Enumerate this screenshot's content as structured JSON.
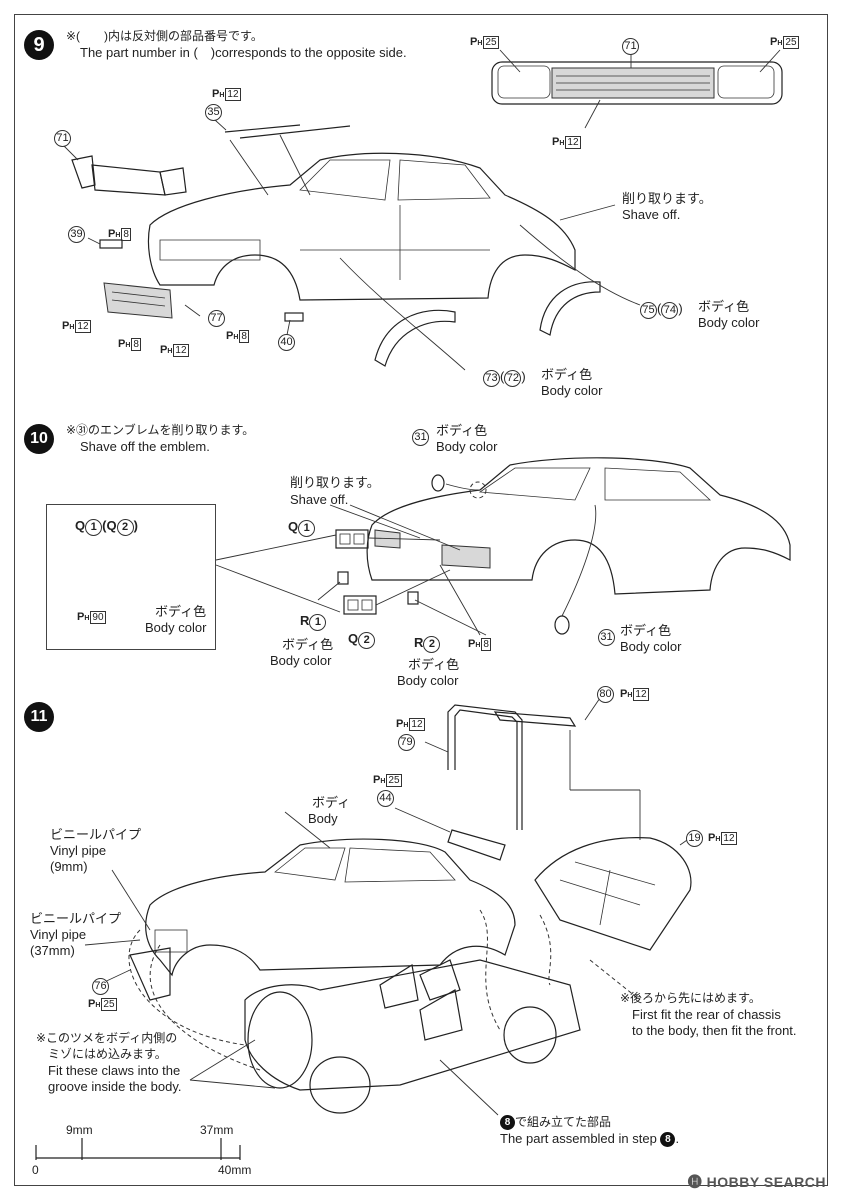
{
  "step9": {
    "number": "9",
    "note_jp": "※(　　)内は反対側の部品番号です。",
    "note_en": "The part number in (　)corresponds to the opposite side.",
    "shave_jp": "削り取ります。",
    "shave_en": "Shave off.",
    "p75": "75",
    "p74": "74",
    "body_color_jp_a": "ボディ色",
    "body_color_en_a": "Body color",
    "p73": "73",
    "p72": "72",
    "body_color_jp_b": "ボディ色",
    "body_color_en_b": "Body color",
    "p71_top": "71",
    "p71_left": "71",
    "p35": "35",
    "p39": "39",
    "p77": "77",
    "p40": "40",
    "ph": "P",
    "ph_sub": "H",
    "ph25a": "25",
    "ph25b": "25",
    "ph12_top": "12",
    "ph12_grille": "12",
    "ph8a": "8",
    "ph12_left": "12",
    "ph8b": "8",
    "ph12_mid": "12",
    "ph8c": "8"
  },
  "step10": {
    "number": "10",
    "note_jp": "※㉛のエンブレムを削り取ります。",
    "note_en": "Shave off the emblem.",
    "p31_top": "31",
    "body_color_jp_a": "ボディ色",
    "body_color_en_a": "Body color",
    "shave_jp": "削り取ります。",
    "shave_en": "Shave off.",
    "q_letter": "Q",
    "q1": "1",
    "r_letter": "R",
    "r1": "1",
    "body_color_jp_r": "ボディ色",
    "body_color_en_r": "Body color",
    "q2_letter": "Q",
    "q2": "2",
    "r2_letter": "R",
    "r2": "2",
    "body_color_jp_r2": "ボディ色",
    "body_color_en_r2": "Body color",
    "ph8": "8",
    "p31_bottom": "31",
    "body_color_jp_b": "ボディ色",
    "body_color_en_b": "Body color",
    "inset": {
      "q1_label": "Q",
      "q1_num": "1",
      "q2_label": "Q",
      "q2_num": "2",
      "ph90": "90",
      "body_color_jp": "ボディ色",
      "body_color_en": "Body color"
    }
  },
  "step11": {
    "number": "11",
    "p80": "80",
    "ph12_80": "12",
    "ph12_79": "12",
    "p79": "79",
    "ph25_44": "25",
    "p44": "44",
    "body_jp": "ボディ",
    "body_en": "Body",
    "vinyl9_jp": "ビニールパイプ",
    "vinyl9_en": "Vinyl pipe",
    "vinyl9_size": "(9mm)",
    "vinyl37_jp": "ビニールパイプ",
    "vinyl37_en": "Vinyl pipe",
    "vinyl37_size": "(37mm)",
    "p76": "76",
    "ph25_76": "25",
    "p19": "19",
    "ph12_19": "12",
    "fit_jp": "※後ろから先にはめます。",
    "fit_en_1": "First fit the rear of chassis",
    "fit_en_2": "to the body, then fit the front.",
    "claws_jp_1": "※このツメをボディ内側の",
    "claws_jp_2": "ミゾにはめ込みます。",
    "claws_en_1": "Fit these claws into the",
    "claws_en_2": "groove inside the body.",
    "assembled_num": "8",
    "assembled_jp": "で組み立てた部品",
    "assembled_en": "The part assembled in step",
    "assembled_step": "8",
    "scale_9": "9mm",
    "scale_37": "37mm",
    "scale_0": "0",
    "scale_40": "40mm"
  },
  "watermark": "🅗 HOBBY SEARCH"
}
